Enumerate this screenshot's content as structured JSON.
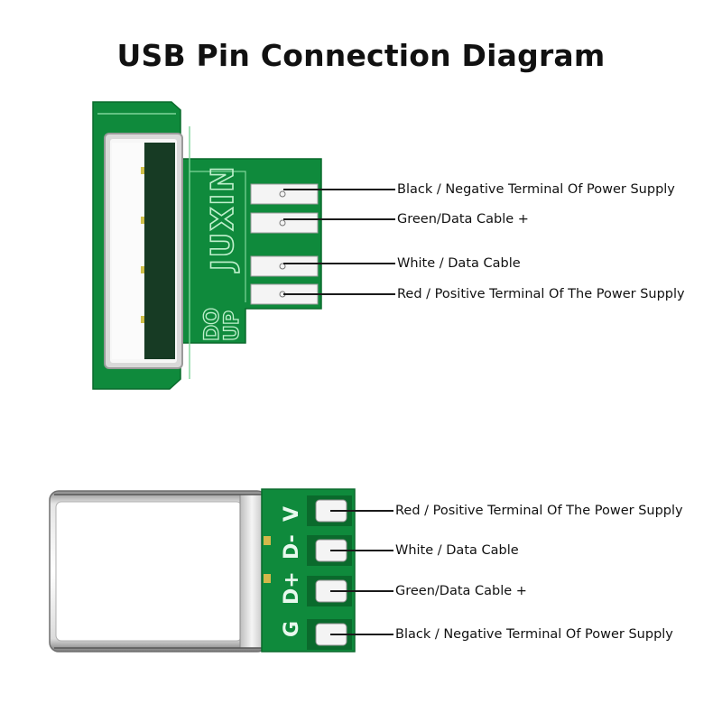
{
  "title": "USB Pin Connection Diagram",
  "usb_a": {
    "silkscreen_brand": "JUXIN",
    "silkscreen_line1": "DO",
    "silkscreen_line2": "UP",
    "pins": [
      {
        "label": "Black / Negative Terminal Of Power Supply"
      },
      {
        "label": "Green/Data Cable +"
      },
      {
        "label": "White / Data Cable"
      },
      {
        "label": "Red / Positive Terminal Of The Power Supply"
      }
    ]
  },
  "usb_c": {
    "silk_v": "V",
    "silk_dminus": "D-",
    "silk_dplus": "D+",
    "silk_g": "G",
    "pins": [
      {
        "label": "Red / Positive Terminal Of The Power Supply"
      },
      {
        "label": "White / Data Cable"
      },
      {
        "label": "Green/Data Cable +"
      },
      {
        "label": "Black / Negative Terminal Of Power Supply"
      }
    ]
  },
  "colors": {
    "pcb_green": "#0f8a3c",
    "pcb_dark": "#0a6a2c",
    "pad": "#f4f4f4",
    "metal": "#c9c9c9"
  }
}
